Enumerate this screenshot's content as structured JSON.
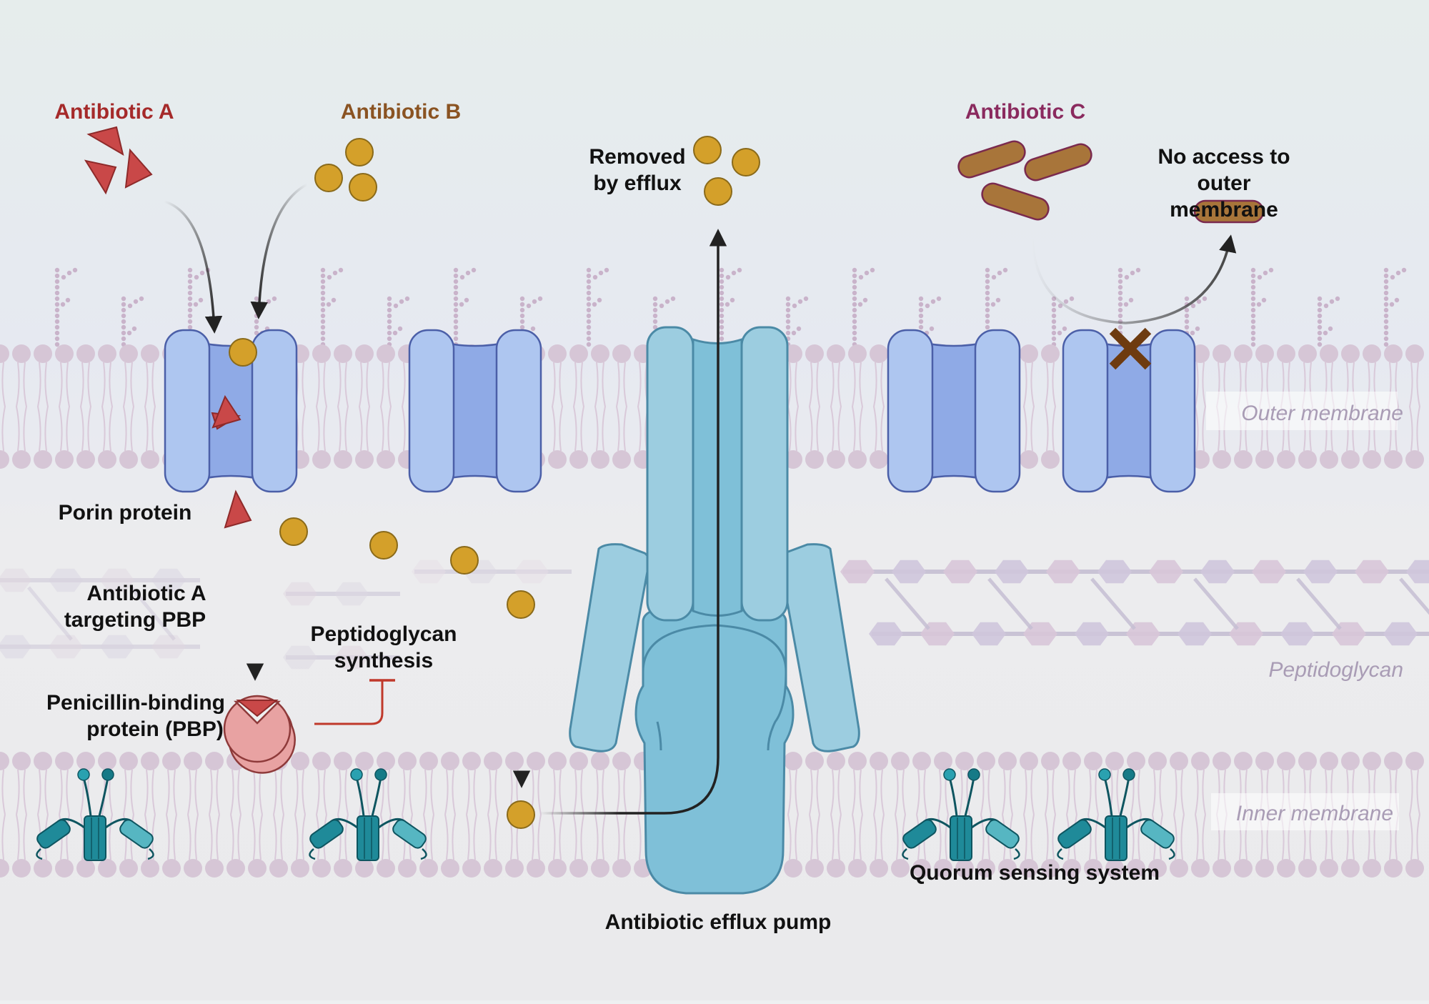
{
  "labels": {
    "antibiotic_a": "Antibiotic A",
    "antibiotic_b": "Antibiotic B",
    "antibiotic_c": "Antibiotic C",
    "removed_by_efflux": [
      "Removed",
      "by efflux"
    ],
    "no_access": [
      "No access to",
      "outer",
      "membrane"
    ],
    "porin_protein": "Porin protein",
    "antibiotic_a_targeting": [
      "Antibiotic A",
      "targeting PBP"
    ],
    "peptidoglycan_synthesis": [
      "Peptidoglycan",
      "synthesis"
    ],
    "pbp": [
      "Penicillin-binding",
      "protein (PBP)"
    ],
    "efflux_pump": "Antibiotic efflux pump",
    "quorum_sensing": "Quorum sensing system"
  },
  "regions": {
    "outer_membrane": "Outer membrane",
    "peptidoglycan": "Peptidoglycan",
    "inner_membrane": "Inner membrane"
  },
  "colors": {
    "antibiotic_a": "#c94848",
    "antibiotic_b": "#d4a02a",
    "antibiotic_c": "#a8753a",
    "porin_outer": "#aec6f0",
    "porin_inner": "#8faae6",
    "pump": "#7fc0d8",
    "pump_light": "#9ccde0",
    "pbp": "#e8a2a2",
    "quorum": "#1f8a99",
    "lipid": "#d6c6d6",
    "inhibition": "#c0392b",
    "blocked_x": "#6e3b10"
  },
  "icons": {
    "porin": "porin-channel-icon",
    "efflux_pump": "efflux-pump-icon",
    "pbp": "penicillin-binding-protein-icon",
    "quorum": "quorum-sensing-receptor-icon",
    "blocked": "blocked-x-icon"
  }
}
